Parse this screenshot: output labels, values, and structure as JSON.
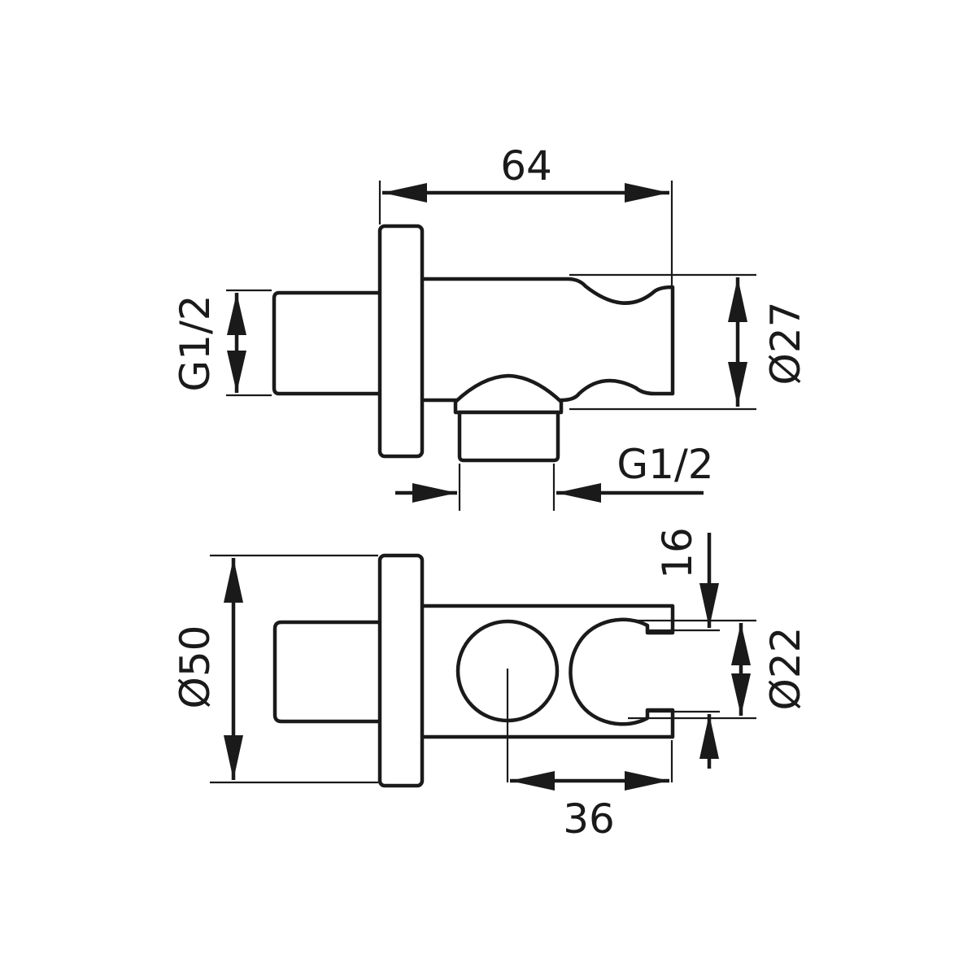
{
  "colors": {
    "background": "#ffffff",
    "line": "#1a1a1a"
  },
  "dimensions": {
    "side_length": "64",
    "side_inlet_thread": "G1/2",
    "side_body_diameter": "Ø27",
    "side_outlet_thread": "G1/2",
    "top_flange_diameter": "Ø50",
    "top_slot_width": "16",
    "top_holder_diameter": "Ø22",
    "top_holder_offset": "36"
  }
}
